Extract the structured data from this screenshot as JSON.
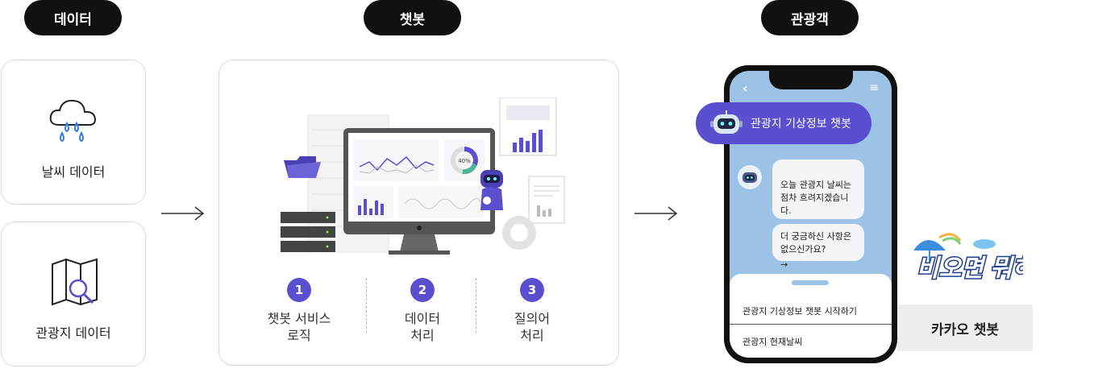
{
  "headers": {
    "data": "데이터",
    "chatbot": "챗봇",
    "tourist": "관광객"
  },
  "data_cards": {
    "weather": "날씨 데이터",
    "tourism": "관광지 데이터"
  },
  "steps": [
    {
      "num": "1",
      "text": "챗봇 서비스\n로직"
    },
    {
      "num": "2",
      "text": "데이터\n처리"
    },
    {
      "num": "3",
      "text": "질의어\n처리"
    }
  ],
  "monitor": {
    "donut_label": "40%"
  },
  "phone": {
    "bot_title": "관광지 기상정보 챗봇",
    "message1": "오늘 관광지 날씨는\n점차 흐려지겠습니다.",
    "message2": "더 궁금하신 사항은\n없으신가요?",
    "menu": [
      "관광지 기상정보 챗봇 시작하기",
      "관광지 현재날씨"
    ]
  },
  "logo": {
    "text": "비오면 뭐하지?"
  },
  "kakao_label": "카카오 챗봇",
  "colors": {
    "accent": "#5a4fcf",
    "pill": "#111111",
    "phone_screen": "#9cc3e6"
  }
}
